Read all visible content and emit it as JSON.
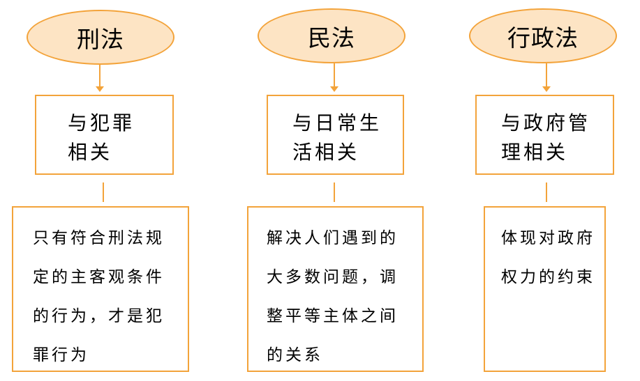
{
  "columns": [
    {
      "law": "刑法",
      "domain": "与犯罪相关",
      "description": "只有符合刑法规定的主客观条件的行为，才是犯罪行为"
    },
    {
      "law": "民法",
      "domain": "与日常生活相关",
      "description": "解决人们遇到的大多数问题，调整平等主体之间的关系"
    },
    {
      "law": "行政法",
      "domain": "与政府管理相关",
      "description": "体现对政府权力的约束"
    }
  ],
  "colors": {
    "accent": "#f3a33a",
    "ellipse_fill": "#fde4c4"
  }
}
